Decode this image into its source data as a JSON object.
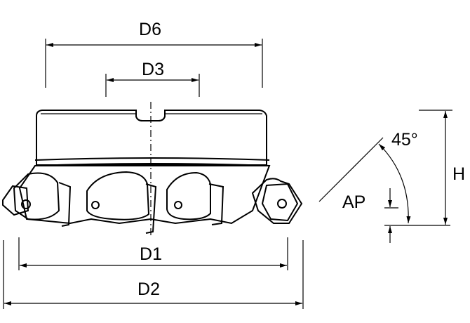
{
  "labels": {
    "d6": "D6",
    "d3": "D3",
    "d1": "D1",
    "d2": "D2",
    "h": "H",
    "ap": "AP",
    "angle": "45°"
  }
}
